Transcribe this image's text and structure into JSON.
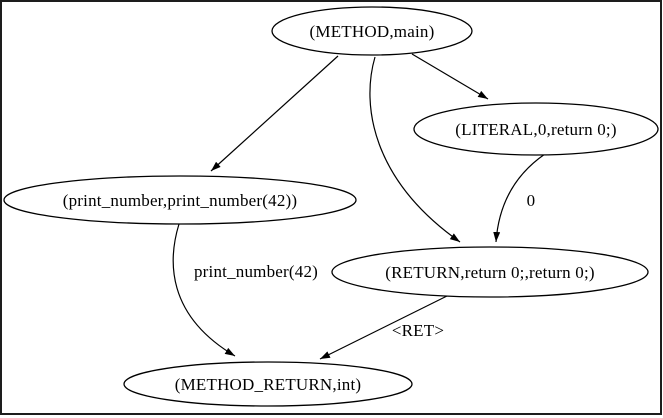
{
  "figure": {
    "background": "#ffffff",
    "border_color": "#1d1d1d",
    "stroke_color": "#000000",
    "text_color": "#000000"
  },
  "graph": {
    "nodes": [
      {
        "id": "method-main",
        "label": "(METHOD,main)"
      },
      {
        "id": "literal-0",
        "label": "(LITERAL,0,return 0;)"
      },
      {
        "id": "print-number",
        "label": "(print_number,print_number(42))"
      },
      {
        "id": "return",
        "label": "(RETURN,return 0;,return 0;)"
      },
      {
        "id": "method-return",
        "label": "(METHOD_RETURN,int)"
      }
    ],
    "edges": [
      {
        "from": "method-main",
        "to": "print-number",
        "label": ""
      },
      {
        "from": "method-main",
        "to": "return",
        "label": ""
      },
      {
        "from": "method-main",
        "to": "literal-0",
        "label": ""
      },
      {
        "from": "literal-0",
        "to": "return",
        "label": "0"
      },
      {
        "from": "print-number",
        "to": "method-return",
        "label": "print_number(42)"
      },
      {
        "from": "return",
        "to": "method-return",
        "label": "<RET>"
      }
    ]
  }
}
